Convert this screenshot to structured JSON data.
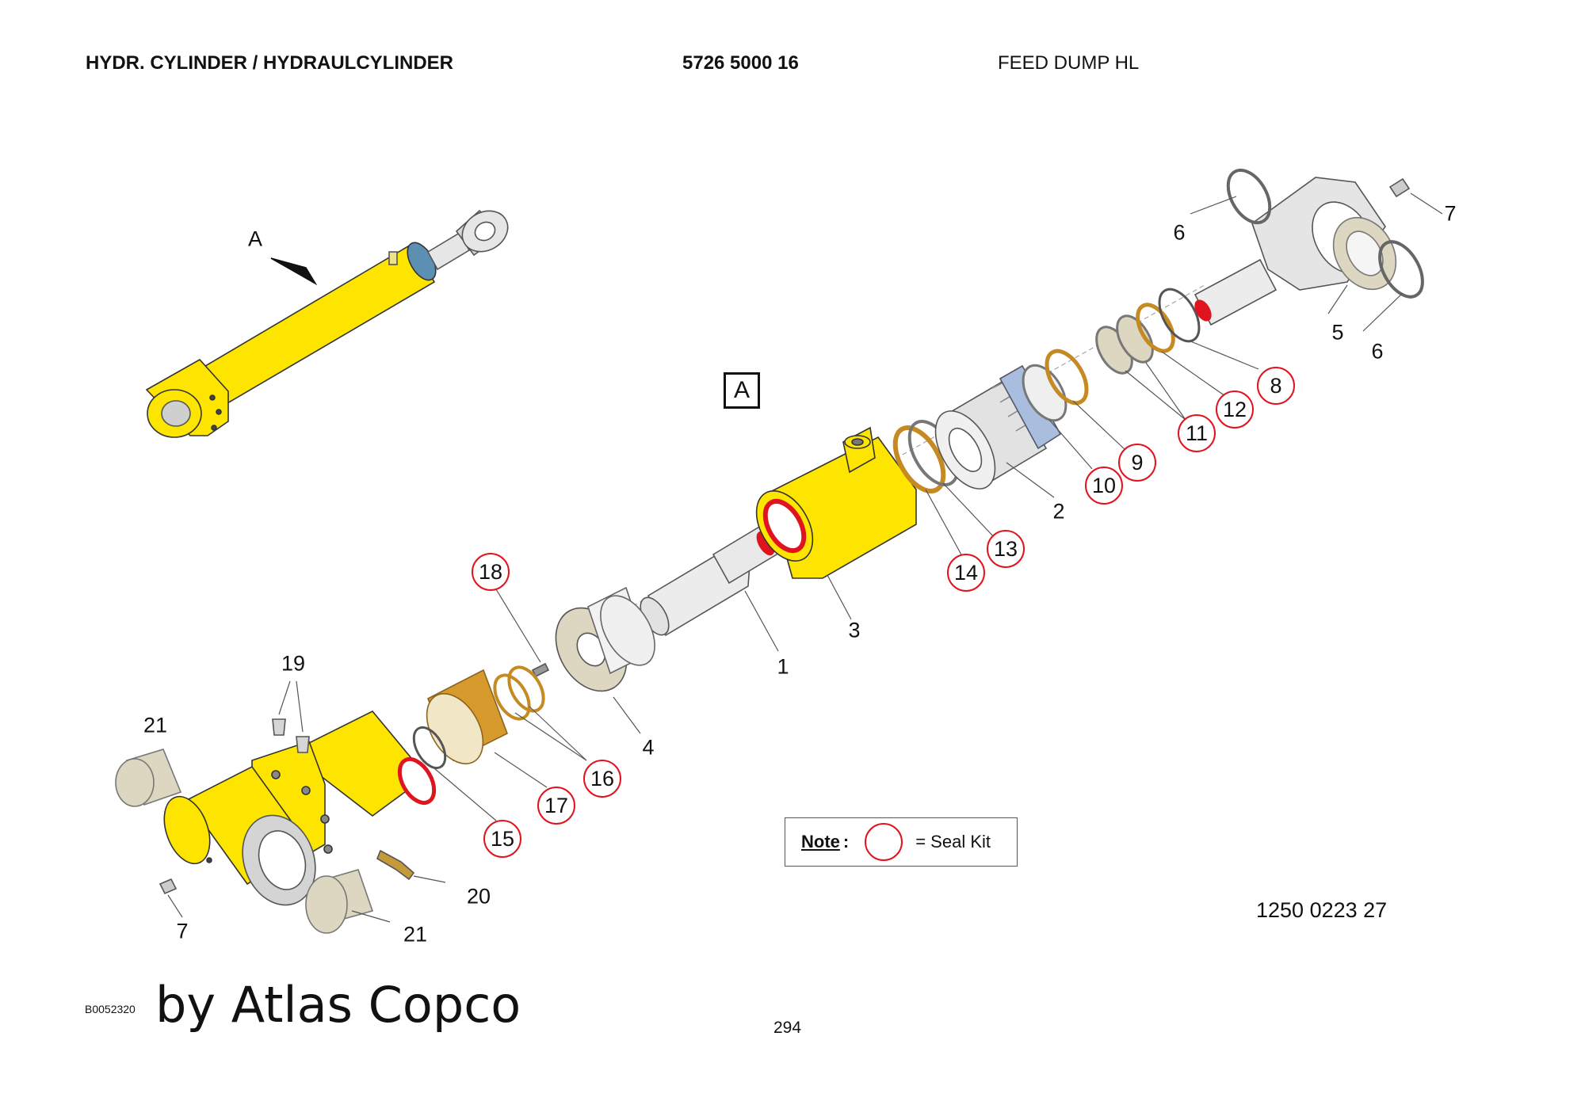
{
  "header": {
    "title": "HYDR. CYLINDER / HYDRAULCYLINDER",
    "part_number": "5726 5000 16",
    "description": "FEED DUMP HL"
  },
  "view_label": "A",
  "callouts": [
    {
      "id": "1",
      "seal": false
    },
    {
      "id": "2",
      "seal": false
    },
    {
      "id": "3",
      "seal": false
    },
    {
      "id": "4",
      "seal": false
    },
    {
      "id": "5",
      "seal": false
    },
    {
      "id": "6",
      "seal": false
    },
    {
      "id": "7",
      "seal": false
    },
    {
      "id": "8",
      "seal": true
    },
    {
      "id": "9",
      "seal": true
    },
    {
      "id": "10",
      "seal": true
    },
    {
      "id": "11",
      "seal": true
    },
    {
      "id": "12",
      "seal": true
    },
    {
      "id": "13",
      "seal": true
    },
    {
      "id": "14",
      "seal": true
    },
    {
      "id": "15",
      "seal": true
    },
    {
      "id": "16",
      "seal": true
    },
    {
      "id": "17",
      "seal": true
    },
    {
      "id": "18",
      "seal": true
    },
    {
      "id": "19",
      "seal": false
    },
    {
      "id": "20",
      "seal": false
    },
    {
      "id": "21",
      "seal": false
    }
  ],
  "note": {
    "label": "Note",
    "colon": ":",
    "text": "= Seal Kit"
  },
  "drawing_number": "1250 0223 27",
  "image_code": "B0052320",
  "watermark": "by Atlas Copco",
  "page_number": "294",
  "colors": {
    "cylinder": "#fde500",
    "seal_ring": "#e0141e",
    "bronze": "#d79a2c",
    "guide": "#ddd6c0",
    "steel": "#e4e4e4",
    "nut_blue": "#a9bedf"
  }
}
